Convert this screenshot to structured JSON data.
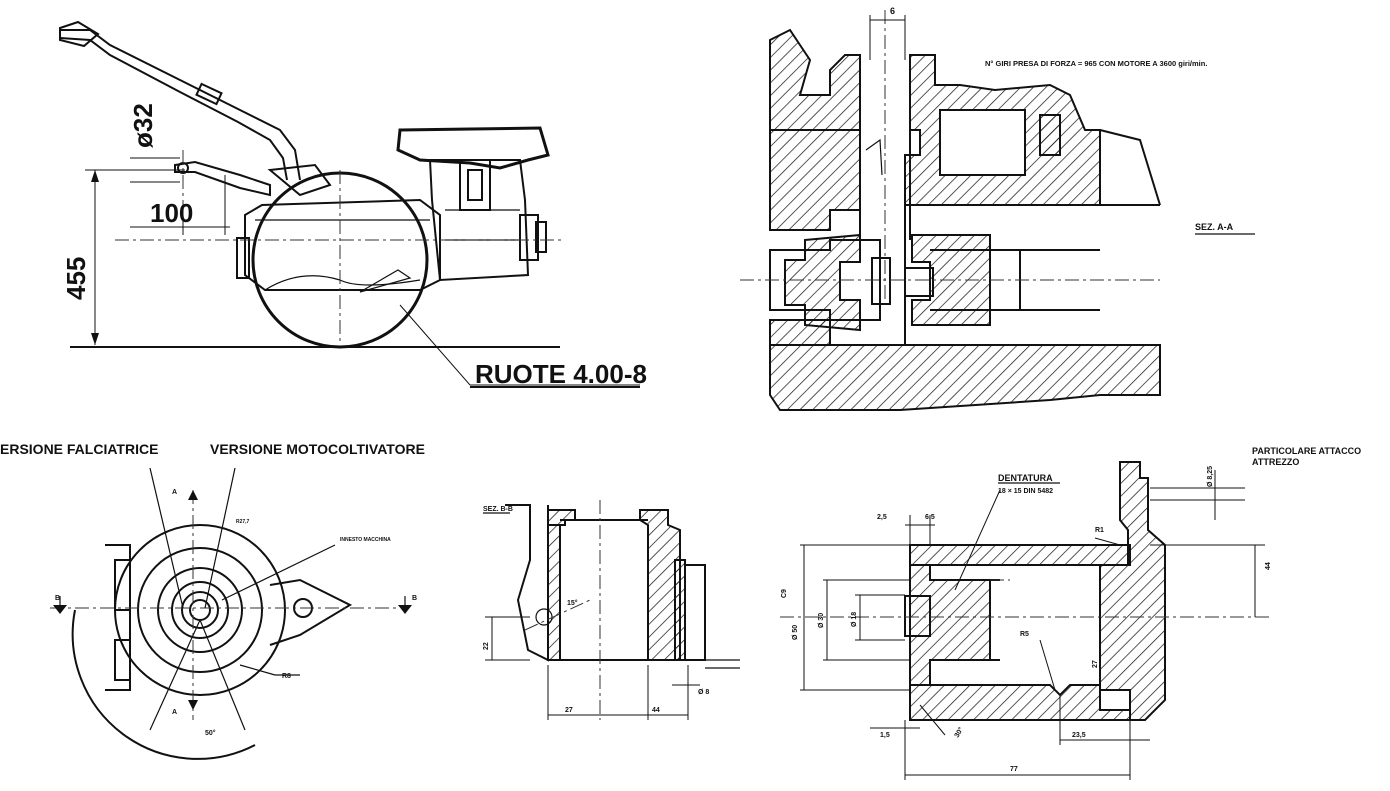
{
  "drawing": {
    "side_view": {
      "dim_diameter": "ø32",
      "dim_offset": "100",
      "dim_height": "455",
      "wheels_label": "RUOTE 4.00-8"
    },
    "section_aa": {
      "dim_top": "6",
      "note": "N° GIRI PRESA DI FORZA = 965 CON MOTORE A 3600 giri/min.",
      "section_label": "SEZ. A-A"
    },
    "front_view": {
      "label_left": "ERSIONE FALCIATRICE",
      "label_right": "VERSIONE MOTOCOLTIVATORE",
      "label_innesto": "INNESTO MACCHINA",
      "mark_a_top": "A",
      "mark_a_bottom": "A",
      "mark_b_left": "B",
      "mark_b_right": "B",
      "radius_r27": "R27,7",
      "radius_r8": "R8",
      "angle_50": "50°"
    },
    "section_bb": {
      "section_label": "SEZ. B-B",
      "angle": "15°",
      "dim_bottom_left": "27",
      "dim_bottom_right": "44",
      "dim_d8": "Ø 8",
      "dim_side": "22"
    },
    "detail": {
      "title_line1": "PARTICOLARE ATTACCO",
      "title_line2": "ATTREZZO",
      "dentatura_line1": "DENTATURA",
      "dentatura_line2": "18 × 15 DIN 5482",
      "dim_2_5": "2,5",
      "dim_6_5": "6,5",
      "dim_d8_25": "Ø 8,25",
      "dim_r1": "R1",
      "dim_44": "44",
      "dim_c9": "C9",
      "dim_d50": "Ø 50",
      "dim_d30": "Ø 30",
      "dim_d18": "Ø 18",
      "dim_r5": "R5",
      "dim_27": "27",
      "dim_30deg": "30°",
      "dim_1_5": "1,5",
      "dim_23_5": "23,5",
      "dim_77": "77"
    }
  }
}
